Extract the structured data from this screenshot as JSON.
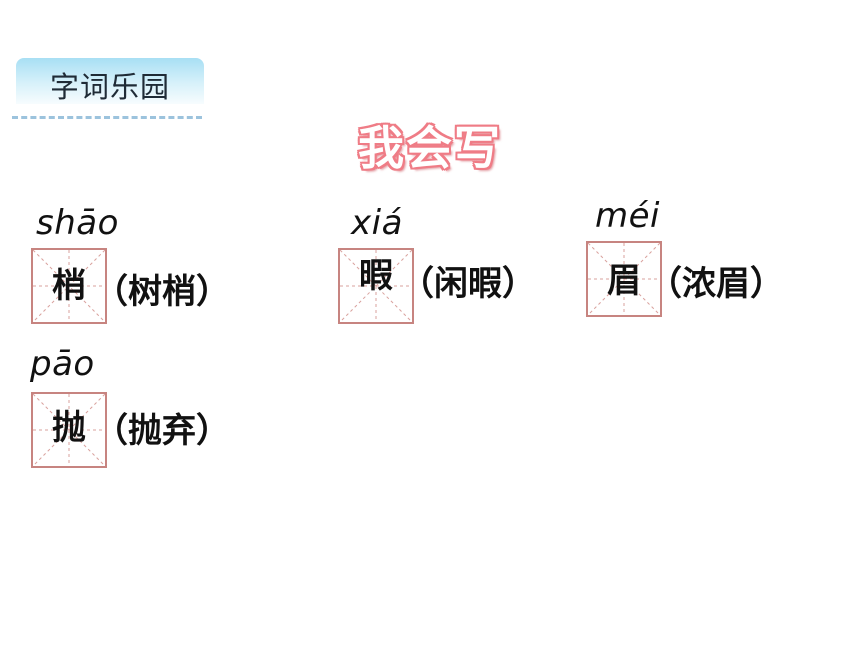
{
  "section_tab": {
    "label": "字词乐园"
  },
  "heading": "我会写",
  "entries": [
    {
      "pinyin": "shāo",
      "character": "梢",
      "word": "（树梢）"
    },
    {
      "pinyin": "xiá",
      "character": "暇",
      "word": "（闲暇）"
    },
    {
      "pinyin": "méi",
      "character": "眉",
      "word": "（浓眉）"
    },
    {
      "pinyin": "pāo",
      "character": "抛",
      "word": "（抛弃）"
    }
  ],
  "colors": {
    "tab_gradient_top": "#a8dff4",
    "heading_outline": "#ef7c86",
    "grid_border": "#c78480",
    "grid_guides": "#d9a29e",
    "dash_line": "#9cc3dd"
  }
}
